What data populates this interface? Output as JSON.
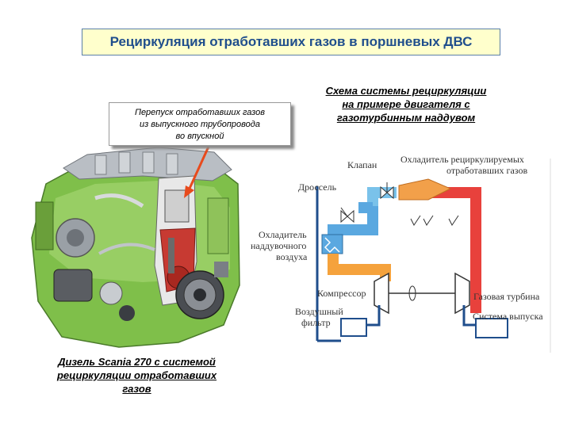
{
  "title": "Рециркуляция отработавших газов в поршневых ДВС",
  "schema_caption": [
    "Схема системы рециркуляции",
    "на примере двигателя с",
    "газотурбинным наддувом"
  ],
  "callout": [
    "Перепуск отработавших газов",
    "из выпускного трубопровода",
    "во впускной"
  ],
  "engine_caption": [
    "Дизель Scania 270 с системой",
    "рециркуляции отработавших",
    "газов"
  ],
  "diagram_labels": {
    "valve": "Клапан",
    "egr_cooler": [
      "Охладитель рециркулируемых",
      "отработавших газов"
    ],
    "throttle": "Дроссель",
    "intercooler": [
      "Охладитель",
      "наддувочного",
      "воздуха"
    ],
    "compressor": "Компрессор",
    "gas_turbine": "Газовая турбина",
    "air_filter": [
      "Воздушный",
      "фильтр"
    ],
    "exhaust_system": "Система выпуска"
  },
  "colors": {
    "title_text": "#1f4e8c",
    "title_bg": "#ffffcc",
    "hot_gas": "#e8413c",
    "cool_air": "#5aa8e0",
    "warm_air": "#f5a23c",
    "arrow": "#e84a1c"
  }
}
